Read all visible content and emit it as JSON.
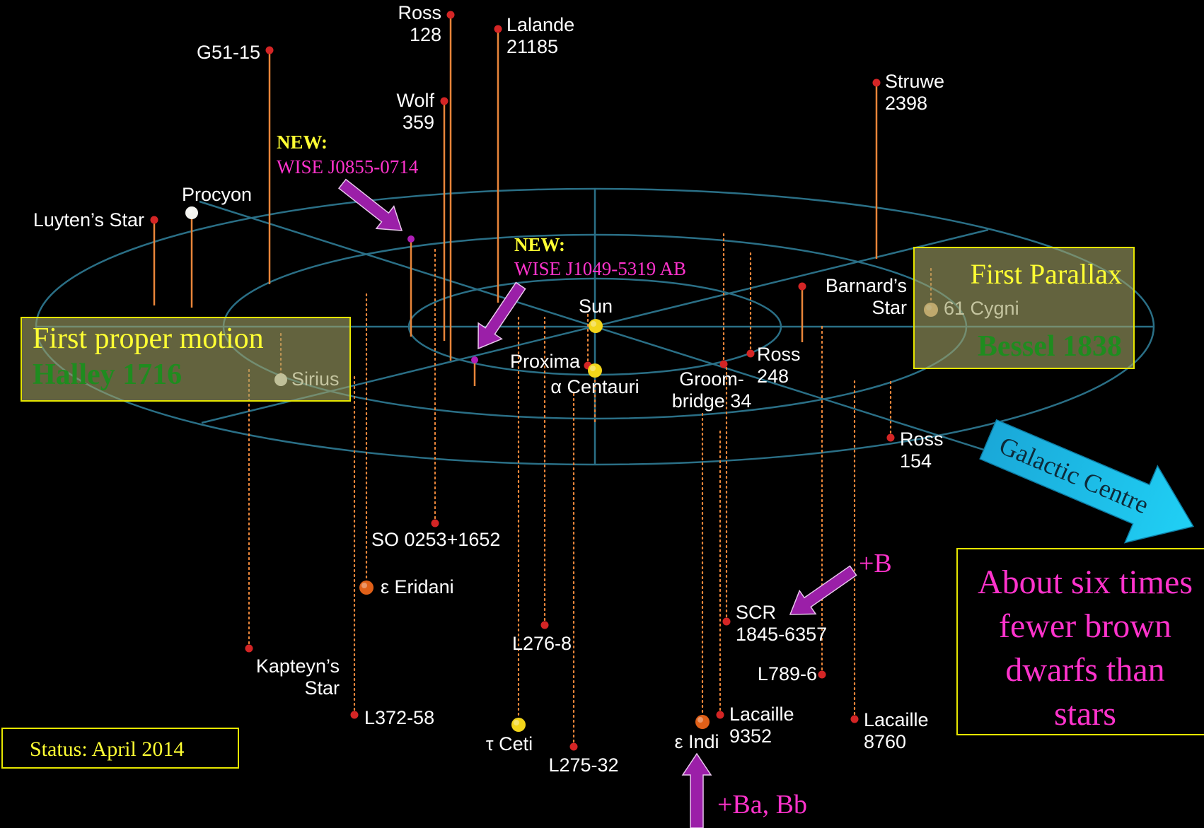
{
  "colors": {
    "background": "#000000",
    "ellipse": "#2a6f86",
    "stem": "#e9853a",
    "star_red": "#d42525",
    "sun": "#f2d51a",
    "new_magenta": "#b01fb8",
    "arrow_purple": "#9b1fa8",
    "galactic_arrow": "#1ec7ee",
    "box_fill": "#a0a064",
    "box_border": "#e6e600",
    "yellow_text": "#ffff33",
    "green_text": "#1f8c1f",
    "magenta_text": "#ff33cc"
  },
  "stars": {
    "ross128": [
      "Ross",
      "128"
    ],
    "lalande": [
      "Lalande",
      "21185"
    ],
    "g51": [
      "G51-15"
    ],
    "wolf": [
      "Wolf",
      "359"
    ],
    "struwe": [
      "Struwe",
      "2398"
    ],
    "procyon": [
      "Procyon"
    ],
    "luyten": [
      "Luyten’s Star"
    ],
    "sun": [
      "Sun"
    ],
    "barnard": [
      "Barnard’s",
      "Star"
    ],
    "cygni": [
      "61 Cygni"
    ],
    "proxima": [
      "Proxima"
    ],
    "acen": [
      "α Centauri"
    ],
    "ross248": [
      "Ross",
      "248"
    ],
    "groom": [
      "Groom-",
      "bridge 34"
    ],
    "sirius": [
      "Sirius"
    ],
    "ross154": [
      "Ross",
      "154"
    ],
    "so0253": [
      "SO 0253+1652"
    ],
    "eeridani": [
      "ε Eridani"
    ],
    "scr": [
      "SCR",
      "1845-6357"
    ],
    "kapteyn": [
      "Kapteyn’s",
      "Star"
    ],
    "l2768": [
      "L276-8"
    ],
    "l7896": [
      "L789-6"
    ],
    "l37258": [
      "L372-58"
    ],
    "lac9352": [
      "Lacaille",
      "9352"
    ],
    "lac8760": [
      "Lacaille",
      "8760"
    ],
    "tceti": [
      "τ Ceti"
    ],
    "eindi": [
      "ε Indi"
    ],
    "l27532": [
      "L275-32"
    ]
  },
  "annotations": {
    "new_label": "NEW:",
    "wise0855": "WISE J0855-0714",
    "wise1049": "WISE J1049-5319 AB",
    "plus_b": "+B",
    "plus_ba_bb": "+Ba, Bb",
    "galactic_centre": "Galactic Centre"
  },
  "boxes": {
    "proper_motion_title": "First proper motion",
    "proper_motion_credit": "Halley 1716",
    "parallax_title": "First Parallax",
    "parallax_credit": "Bessel 1838",
    "status": "Status: April 2014",
    "brown_dwarf_lines": [
      "About six times",
      "fewer brown",
      "dwarfs than",
      "stars"
    ]
  }
}
